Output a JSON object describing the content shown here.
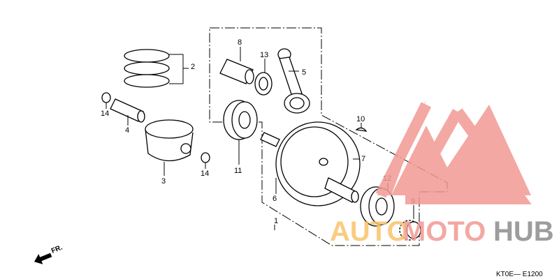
{
  "diagram": {
    "callouts": [
      {
        "id": "1",
        "text": "1"
      },
      {
        "id": "2",
        "text": "2"
      },
      {
        "id": "3",
        "text": "3"
      },
      {
        "id": "4",
        "text": "4"
      },
      {
        "id": "5",
        "text": "5"
      },
      {
        "id": "6",
        "text": "6"
      },
      {
        "id": "7",
        "text": "7"
      },
      {
        "id": "8",
        "text": "8"
      },
      {
        "id": "9",
        "text": "9"
      },
      {
        "id": "10",
        "text": "10"
      },
      {
        "id": "11",
        "text": "11"
      },
      {
        "id": "12",
        "text": "12"
      },
      {
        "id": "13",
        "text": "13"
      },
      {
        "id": "14a",
        "text": "14"
      },
      {
        "id": "14b",
        "text": "14"
      }
    ],
    "front_arrow_label": "FR.",
    "diagram_code": "KT0E— E1200"
  },
  "watermark": {
    "text_parts": [
      "AUTO",
      "MOTO",
      "HUB"
    ],
    "colors": {
      "auto": "#f8c46a",
      "moto": "#f29a94",
      "hub": "#8c8c8c",
      "triangle": "#f29a94"
    }
  }
}
